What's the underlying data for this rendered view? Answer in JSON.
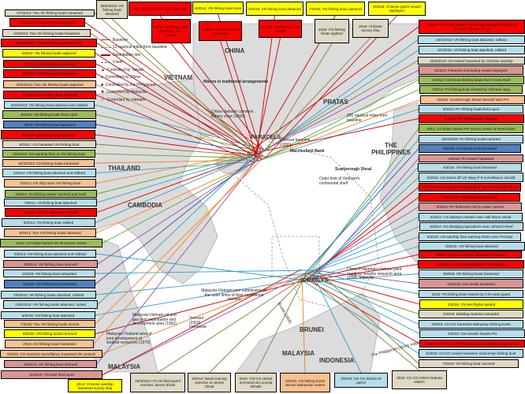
{
  "legend": {
    "items": [
      "Baseline",
      "12 nautical miles from baseline",
      "Delimitation line",
      "Claim",
      "Controlled by Taiwan",
      "Controlled by China",
      "Controlled by the Philippines",
      "Controlled by Malaysia",
      "Controlled by Vietnam"
    ]
  },
  "map_labels": {
    "china": "CHINA",
    "vietnam": "VIETNAM",
    "thailand": "THAILAND",
    "cambodia": "CAMBODIA",
    "pratas": "PRATAS",
    "philippines": "THE PHILIPPINES",
    "paracels": "PARACELS",
    "macclesfield": "Macclesfield Bank",
    "scarborough": "Scarborough Shoal",
    "spratlys": "SPRATLYS",
    "brunei": "BRUNEI",
    "malaysia_w": "MALAYSIA",
    "malaysia_e": "MALAYSIA",
    "indonesia": "INDONESIA",
    "waters": "Waters in traditional arrangements",
    "nm200": "200 nautical miles from baseline",
    "cn_baseline": "Chinese baseline (1996)",
    "fishery": "China-Vietnam common fishery zone (2000)",
    "outer_vn": "Outer limit of Vietnam's continental shelf",
    "joint_sub": "Malaysia-Vietnam joint submission on the outer limits of their continental shelves",
    "seismic": "China-Philippines-Vietnam joint maritime seismic research area (2005, expired)",
    "my_vn_oil": "Malaysia-Vietnam oil and gas joint exploitation and development area (1992)",
    "my_th": "Malaysia-Thailand area of joint development of seabed resources (1979)",
    "vn_id": "Vietnam (2003) Indonesia",
    "brunei_1958": "Brunei (1958)",
    "ph_id": "The Philippines (2014) Indonesia"
  },
  "colors": {
    "red": "#ff0000",
    "lb": "#b7dde8",
    "beige": "#ddd9c4",
    "orange": "#fac090",
    "green": "#9bbb59",
    "blue": "#4f81bd",
    "pink": "#d99694",
    "yellow": "#ffff00"
  },
  "incidents": {
    "left": [
      {
        "text": "2/7/2013: Two VN fishing boats harassed",
        "cat": "beige"
      },
      {
        "text": "3/1/2010: VN fishing boat detained",
        "cat": "red"
      },
      {
        "text": "2/3/2013: Two VN fishing boats harassed",
        "cat": "beige"
      },
      {
        "text": "26/10/2014: CN VN fishing boat rammed",
        "cat": "red"
      },
      {
        "text": "4/2010: VN fishing boats captured",
        "cat": "yellow"
      },
      {
        "text": "4/2012: VN fishing boat rammed",
        "cat": "red"
      },
      {
        "text": "6/2014: VN fishing boat harassed",
        "cat": "red"
      },
      {
        "text": "20/2/2013: Two VN fishing boats captured",
        "cat": "orange"
      },
      {
        "text": "3/3/2014: VN fishing boat rammed",
        "cat": "red"
      },
      {
        "text": "20/3/2013: VN fishing boat attacked and robbed",
        "cat": "lb"
      },
      {
        "text": "5/2015: VN fishing boats fired upon",
        "cat": "green"
      },
      {
        "text": "2015: VN fishing boat harassed",
        "cat": "blue"
      },
      {
        "text": "6/2014: VN fishing boat rammed",
        "cat": "red"
      },
      {
        "text": "9/2012: CN harassed VN fishing boat",
        "cat": "beige"
      },
      {
        "text": "3/3/2013: CN warship fires at VN fishing boat",
        "cat": "green"
      },
      {
        "text": "20/3/2013: CN fishing boats harassed",
        "cat": "orange"
      },
      {
        "text": "4/2014: VN fishing boat attacked and robbed",
        "cat": "lb"
      },
      {
        "text": "7/2014: CN ship rams VN fishing boat",
        "cat": "orange"
      },
      {
        "text": "5/2014: VN fishing vessel rammed and sunk",
        "cat": "green"
      },
      {
        "text": "7/2014: VN fishing boat attacked",
        "cat": "lb"
      },
      {
        "text": "5/2014: CN CG harasses VN boat",
        "cat": "red"
      },
      {
        "text": "8/2014: VN fishing boat robbed",
        "cat": "lb"
      },
      {
        "text": "9/2014: Two VN fishing boats attacked",
        "cat": "orange"
      },
      {
        "text": "2014: CN ships harass VN oil survey vessel",
        "cat": "green"
      },
      {
        "text": "9/2014: VN fishing boat attacked and robbed",
        "cat": "lb"
      },
      {
        "text": "10/2014: VN fishing boat rammed",
        "cat": "pink"
      },
      {
        "text": "2/2015: VN fishing boat assaulted",
        "cat": "lb"
      },
      {
        "text": "3/2015: VN fishing boat harassed",
        "cat": "blue"
      },
      {
        "text": "7/6/2015: VN fishing boats attacked, robbed",
        "cat": "lb"
      },
      {
        "text": "13/6/2015: VN fishing boats attacked, looted",
        "cat": "lb"
      },
      {
        "text": "6/2015: VN fishing boat attacked",
        "cat": "lb"
      },
      {
        "text": "7/2015: Two VN fishing boats seized",
        "cat": "orange"
      },
      {
        "text": "8/2015: VN fishing boats rammed",
        "cat": "yellow"
      },
      {
        "text": "2015: CN fishing boats harassed",
        "cat": "orange"
      },
      {
        "text": "9/2015: CN maritime surveillance harassed VN vessels",
        "cat": "orange"
      },
      {
        "text": "10/2015: VN fishing boat rammed",
        "cat": "pink"
      },
      {
        "text": "11/2015: VN boat fired upon",
        "cat": "pink"
      }
    ],
    "right": [
      {
        "text": "2/2014: CN ships harass PH military resupply mission to Second Thomas Shoal",
        "cat": "red"
      },
      {
        "text": "24/4/2013: VN fishing boat attacked, robbed",
        "cat": "lb"
      },
      {
        "text": "2/1/2015: VN fishing boat attacked, robbed",
        "cat": "lb"
      },
      {
        "text": "25/3/2013: VN vessel harassed by Chinese warship",
        "cat": "beige"
      },
      {
        "text": "6/2013: Fisheries monitoring vessel deployed",
        "cat": "pink"
      },
      {
        "text": "3/2013: CN forces fishing boats from Cross Reef",
        "cat": "green"
      },
      {
        "text": "7/2014: PH fishing boat chased by Chinese navy",
        "cat": "green"
      },
      {
        "text": "4/2012: Scarborough Shoal standoff with PH",
        "cat": "orange"
      },
      {
        "text": "5/2013: PH fishing boats fired upon",
        "cat": "lb"
      },
      {
        "text": "9/2014: VN fishing boats attacked",
        "cat": "red"
      },
      {
        "text": "2014: CN ships harass PH survey vessel at Reed Bank",
        "cat": "green"
      },
      {
        "text": "20/4/2015: PH fishing boats rammed",
        "cat": "lb"
      },
      {
        "text": "5/2015: VN fishing boat harassed",
        "cat": "blue"
      },
      {
        "text": "2/2015: PH vessel harassed",
        "cat": "pink"
      },
      {
        "text": "4/2015: VN fishing boat harassed",
        "cat": "lb"
      },
      {
        "text": "5/2015: CN warns off US Navy P-8 surveillance aircraft",
        "cat": "lb"
      },
      {
        "text": "3/2014: CN harasses PH resupply at Second Thomas Shoal",
        "cat": "red"
      },
      {
        "text": "1/2014: PH fishing boats harassed",
        "cat": "red"
      },
      {
        "text": "2/2014: PH fishermen hit by water cannon",
        "cat": "pink"
      },
      {
        "text": "4/2014: CN deploys vessels near Half Moon Shoal",
        "cat": "lb"
      },
      {
        "text": "5/2014: CN dredging operations near Johnson Reef",
        "cat": "lb"
      },
      {
        "text": "5/2015: CN warship fires warning shots near PH boat",
        "cat": "lb"
      },
      {
        "text": "6/2015: VN fishing boat attacked",
        "cat": "lb"
      },
      {
        "text": "7/2015: CN fishing boat rammed PH vessel",
        "cat": "red"
      },
      {
        "text": "8/2015: CN CG vessel blocks PH resupply",
        "cat": "red"
      },
      {
        "text": "9/2015: CN fishing boats harassed",
        "cat": "lb"
      },
      {
        "text": "10/2015: CN vessel harassed",
        "cat": "pink"
      },
      {
        "text": "2015: PH fishing boat chased by CN coast guard",
        "cat": "lb"
      },
      {
        "text": "1/2016: CN test flights landed",
        "cat": "yellow"
      },
      {
        "text": "2/2016: Building material unloaded",
        "cat": "beige"
      },
      {
        "text": "3/2016: CN CG harasses Malaysian fishing boats",
        "cat": "lb"
      },
      {
        "text": "4/2016: CN vessels harass PH",
        "cat": "lb"
      },
      {
        "text": "5/2016: CN blocks PH fishing boats at Scarborough Shoal",
        "cat": "red"
      },
      {
        "text": "6/2016: CN CG vessel harasses Indonesian fishing boat",
        "cat": "lb"
      },
      {
        "text": "7/2016: VN fishing boat rammed",
        "cat": "beige"
      }
    ],
    "top": [
      {
        "text": "20/5/2013: VN fishing boat attacked",
        "cat": "beige"
      },
      {
        "text": "9/2013: VN fishing boat attacked",
        "cat": "red"
      },
      {
        "text": "6/2014: VN fishing boat sunk",
        "cat": "yellow"
      },
      {
        "text": "4/2015: VN fishing boat detained",
        "cat": "yellow"
      },
      {
        "text": "7/2015: VN fishing boat captured",
        "cat": "yellow"
      },
      {
        "text": "8/2016: Chinese patrol vessel deployed",
        "cat": "yellow"
      },
      {
        "text": "2015: VN fishing boat rammed, crew injured",
        "cat": "red"
      },
      {
        "text": "5/2013: VN fishing boat harassed",
        "cat": "red"
      },
      {
        "text": "3/2014: VN fishing boat chased",
        "cat": "red"
      },
      {
        "text": "2016: CN fishing boats sighted",
        "cat": "beige"
      },
      {
        "text": "2016: Chinese survey ship",
        "cat": "beige"
      }
    ],
    "bottom": [
      {
        "text": "2014: Chinese warship harassed survey ship",
        "cat": "yellow"
      },
      {
        "text": "26/3/2013: PLAN fleet patrol reaches James Shoal",
        "cat": "beige"
      },
      {
        "text": "3/2014: Naval training exercise at James Shoal",
        "cat": "beige"
      },
      {
        "text": "2015: CN CG vessel anchored at Luconia Shoals",
        "cat": "beige"
      },
      {
        "text": "3/2016: CN fishing boats intrude Malaysian waters",
        "cat": "orange"
      },
      {
        "text": "3/2016: CN CG blocks ID patrol",
        "cat": "lb"
      },
      {
        "text": "2016: CN CG enters Natuna waters",
        "cat": "beige"
      }
    ]
  }
}
